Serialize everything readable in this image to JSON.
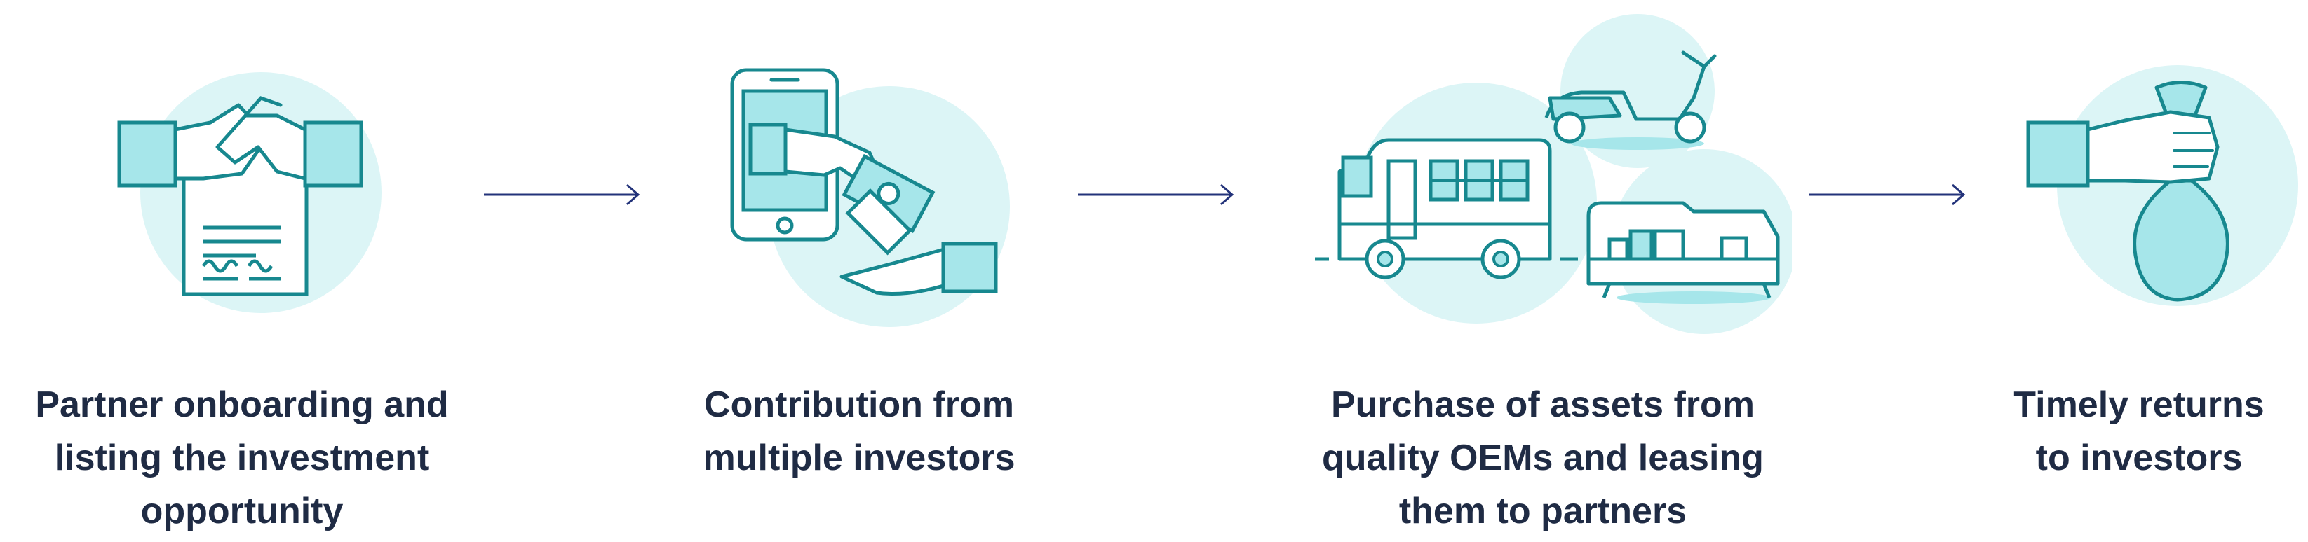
{
  "steps": [
    {
      "lines": [
        "Partner onboarding and",
        "listing the investment",
        "opportunity"
      ]
    },
    {
      "lines": [
        "Contribution from",
        "multiple investors"
      ]
    },
    {
      "lines": [
        "Purchase of assets from",
        "quality OEMs and leasing",
        "them to partners"
      ]
    },
    {
      "lines": [
        "Timely returns",
        "to investors"
      ]
    }
  ],
  "icons": [
    "handshake-contract-icon",
    "phone-payment-icon",
    "vehicles-furniture-icon",
    "money-bag-icon"
  ],
  "colors": {
    "outline": "#17888f",
    "fill": "#a6e6ea",
    "circle": "#dcf5f6",
    "arrow": "#23337a",
    "text": "#1f2b44"
  }
}
